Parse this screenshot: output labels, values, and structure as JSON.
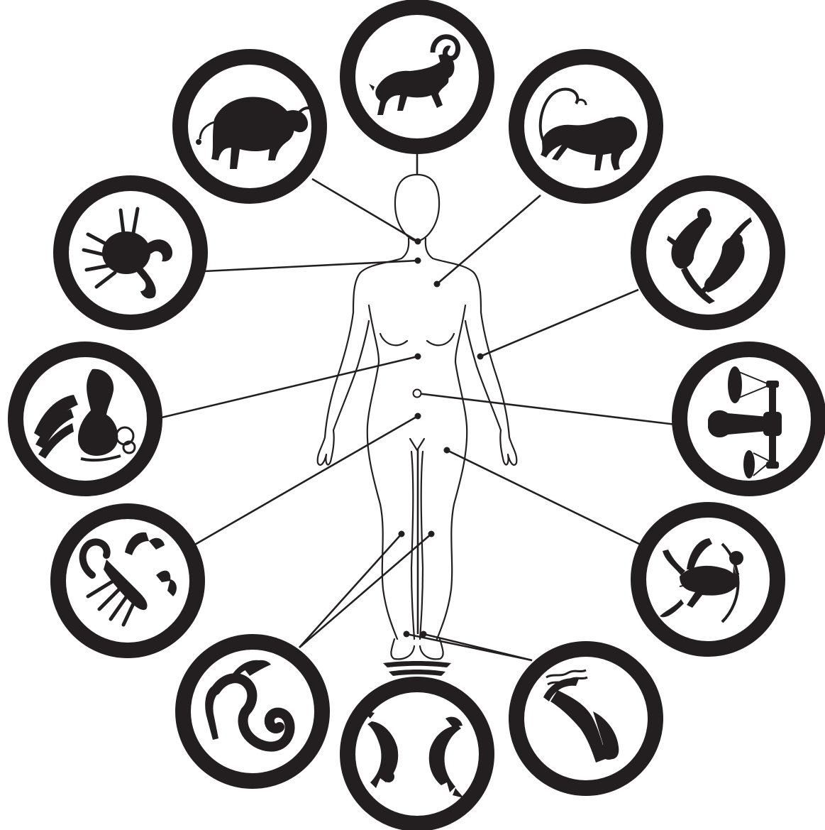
{
  "colors": {
    "ink": "#231f20",
    "background": "#ffffff"
  },
  "figure": {
    "subject": "female-silhouette"
  },
  "signs": [
    {
      "key": "aries",
      "icon": "ram-icon",
      "body_part": "head"
    },
    {
      "key": "leo",
      "icon": "lion-icon",
      "body_part": "heart"
    },
    {
      "key": "gemini",
      "icon": "twins-icon",
      "body_part": "arms"
    },
    {
      "key": "libra",
      "icon": "scales-icon",
      "body_part": "lower-back"
    },
    {
      "key": "sagittarius",
      "icon": "archer-icon",
      "body_part": "thighs"
    },
    {
      "key": "aquarius",
      "icon": "water-bearer-icon",
      "body_part": "ankles"
    },
    {
      "key": "pisces",
      "icon": "fish-icon",
      "body_part": "feet"
    },
    {
      "key": "capricorn",
      "icon": "sea-goat-icon",
      "body_part": "knees"
    },
    {
      "key": "scorpio",
      "icon": "scorpion-icon",
      "body_part": "groin"
    },
    {
      "key": "virgo",
      "icon": "maiden-icon",
      "body_part": "abdomen"
    },
    {
      "key": "cancer",
      "icon": "crab-icon",
      "body_part": "chest"
    },
    {
      "key": "taurus",
      "icon": "bull-icon",
      "body_part": "neck"
    }
  ]
}
